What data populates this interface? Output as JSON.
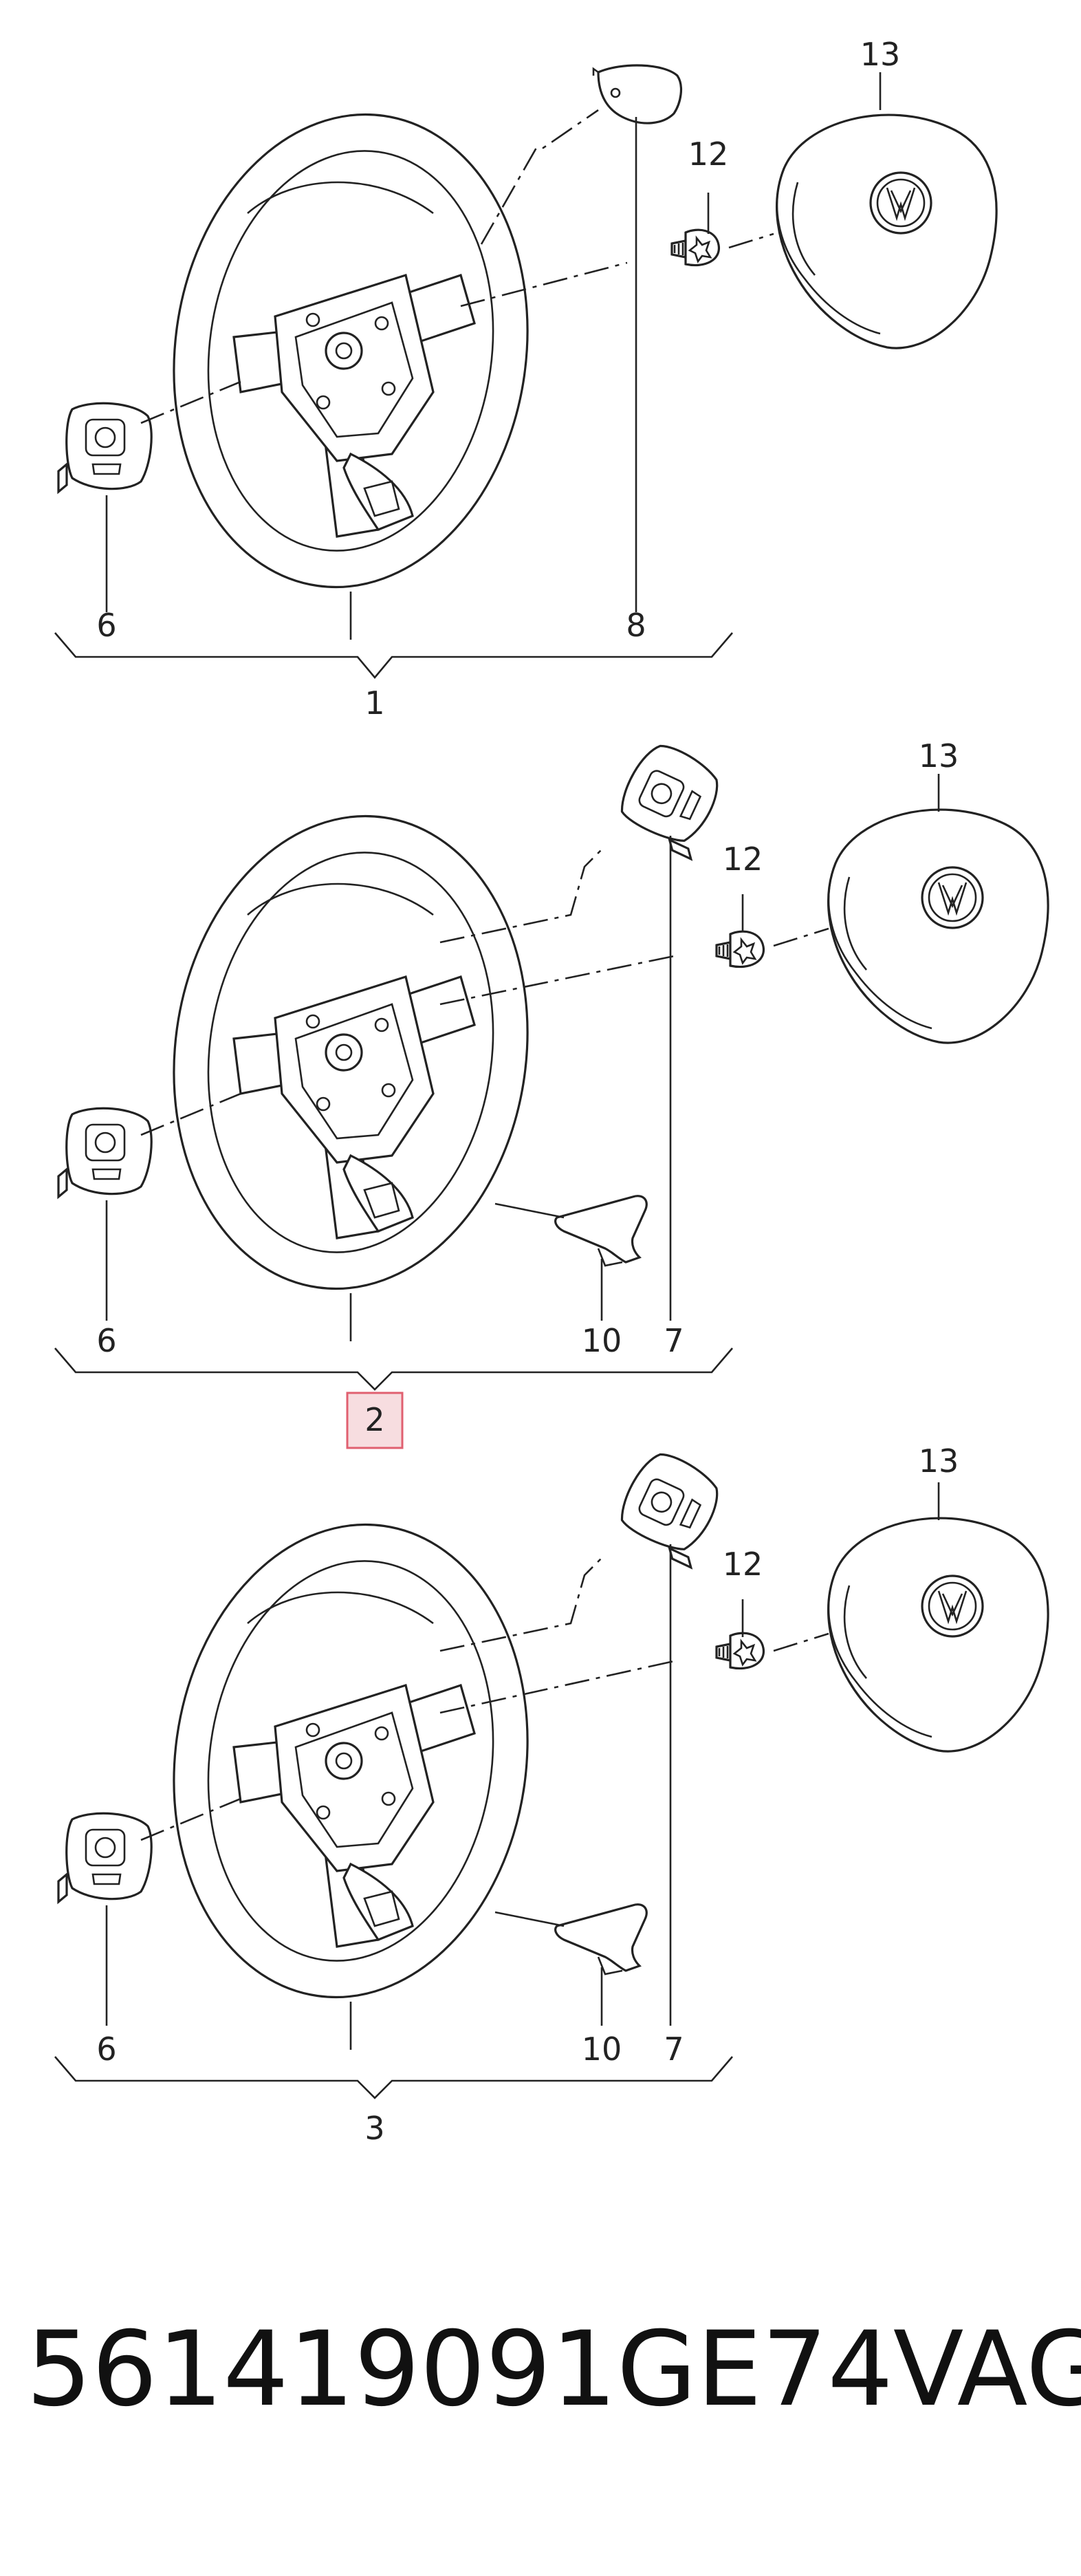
{
  "diagram": {
    "groups": [
      {
        "assembly_label": "1",
        "highlighted": false,
        "parts": {
          "switch_left": "6",
          "trim_cover": "8",
          "bolt": "12",
          "airbag": "13"
        }
      },
      {
        "assembly_label": "2",
        "highlighted": true,
        "parts": {
          "switch_left": "6",
          "switch_right": "7",
          "paddle": "10",
          "bolt": "12",
          "airbag": "13"
        }
      },
      {
        "assembly_label": "3",
        "highlighted": false,
        "parts": {
          "switch_left": "6",
          "switch_right": "7",
          "paddle": "10",
          "bolt": "12",
          "airbag": "13"
        }
      }
    ],
    "highlight_color": "#e06070"
  },
  "footer": {
    "part_number": "561419091GE74",
    "brand": "VAG"
  }
}
